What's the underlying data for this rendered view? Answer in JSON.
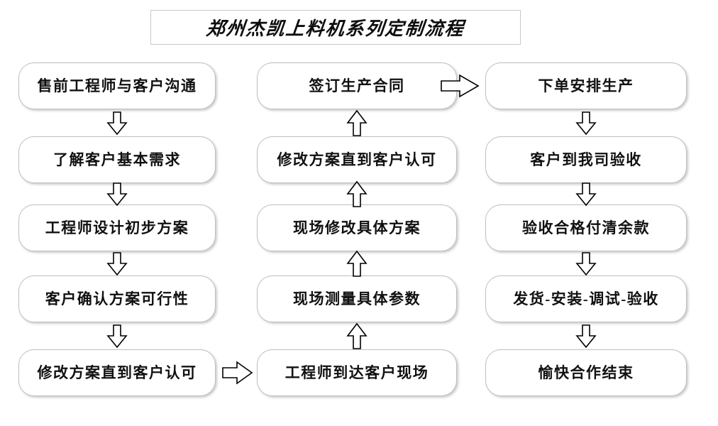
{
  "title": {
    "text": "郑州杰凯上料机系列定制流程"
  },
  "columns": [
    {
      "id": "pre-sales",
      "flow": "down",
      "nodes": [
        {
          "label": "售前工程师与客户沟通"
        },
        {
          "label": "了解客户基本需求"
        },
        {
          "label": "工程师设计初步方案"
        },
        {
          "label": "客户确认方案可行性"
        },
        {
          "label": "修改方案直到客户认可"
        }
      ]
    },
    {
      "id": "on-site",
      "flow": "up",
      "nodes": [
        {
          "label": "签订生产合同"
        },
        {
          "label": "修改方案直到客户认可"
        },
        {
          "label": "现场修改具体方案"
        },
        {
          "label": "现场测量具体参数"
        },
        {
          "label": "工程师到达客户现场"
        }
      ]
    },
    {
      "id": "production",
      "flow": "down",
      "nodes": [
        {
          "label": "下单安排生产"
        },
        {
          "label": "客户到我司验收"
        },
        {
          "label": "验收合格付清余款"
        },
        {
          "label": "发货-安装-调试-验收"
        },
        {
          "label": "愉快合作结束"
        }
      ]
    }
  ],
  "connectors": [
    {
      "name": "left-col-arrow-1",
      "direction": "down"
    },
    {
      "name": "left-col-arrow-2",
      "direction": "down"
    },
    {
      "name": "left-col-arrow-3",
      "direction": "down"
    },
    {
      "name": "left-col-arrow-4",
      "direction": "down"
    },
    {
      "name": "left-to-middle-arrow",
      "direction": "right"
    },
    {
      "name": "middle-col-arrow-1",
      "direction": "up"
    },
    {
      "name": "middle-col-arrow-2",
      "direction": "up"
    },
    {
      "name": "middle-col-arrow-3",
      "direction": "up"
    },
    {
      "name": "middle-col-arrow-4",
      "direction": "up"
    },
    {
      "name": "middle-to-right-arrow",
      "direction": "right"
    },
    {
      "name": "right-col-arrow-1",
      "direction": "down"
    },
    {
      "name": "right-col-arrow-2",
      "direction": "down"
    },
    {
      "name": "right-col-arrow-3",
      "direction": "down"
    },
    {
      "name": "right-col-arrow-4",
      "direction": "down"
    }
  ],
  "colors": {
    "node_border": "#bfbfbf",
    "title_border": "#c9c9c9",
    "text": "#111111",
    "arrow_stroke": "#000000",
    "background": "#ffffff"
  }
}
